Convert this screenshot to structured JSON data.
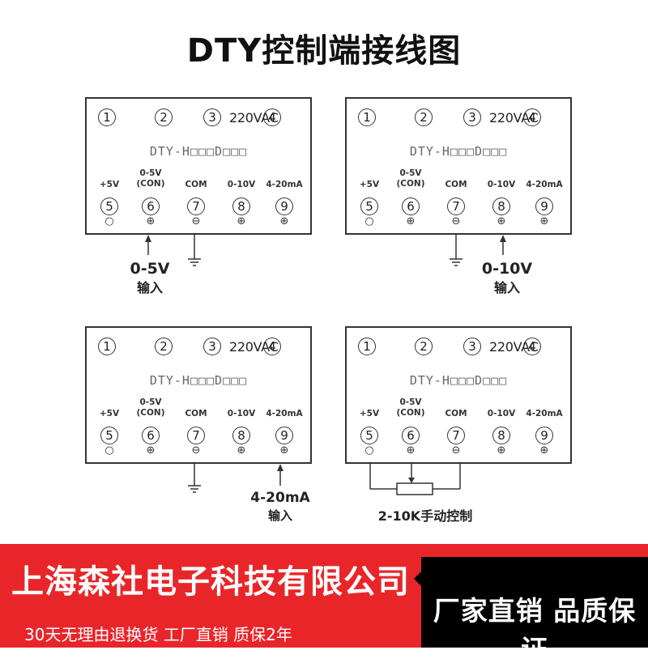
{
  "title": "DTY控制端接线图",
  "panel": {
    "top_nums": [
      "1",
      "2",
      "3",
      "4"
    ],
    "voltage": "220VAC",
    "model": "DTY-H□□□D□□□",
    "term_labels": [
      [
        "+5V"
      ],
      [
        "0-5V",
        "(CON)"
      ],
      [
        "COM"
      ],
      [
        "0-10V"
      ],
      [
        "4-20mA"
      ]
    ],
    "term_nums": [
      "5",
      "6",
      "7",
      "8",
      "9"
    ],
    "term_symbols": [
      "○",
      "⊕",
      "⊖",
      "⊕",
      "⊕"
    ]
  },
  "diagrams": [
    {
      "label_line1": "0-5V",
      "label_line2": "输入"
    },
    {
      "label_line1": "0-10V",
      "label_line2": "输入"
    },
    {
      "label_line1": "4-20mA",
      "label_line2": "输入"
    },
    {
      "label_line1": "2-10K手动控制",
      "label_line2": ""
    }
  ],
  "banner": {
    "company": "上海森社电子科技有限公司",
    "subtitle": "30天无理由退换货 工厂直销 质保2年",
    "side_text": "厂家直销 品质保证"
  },
  "colors": {
    "banner_red": "#e8262a",
    "side_black": "#000000",
    "line": "#333333"
  }
}
